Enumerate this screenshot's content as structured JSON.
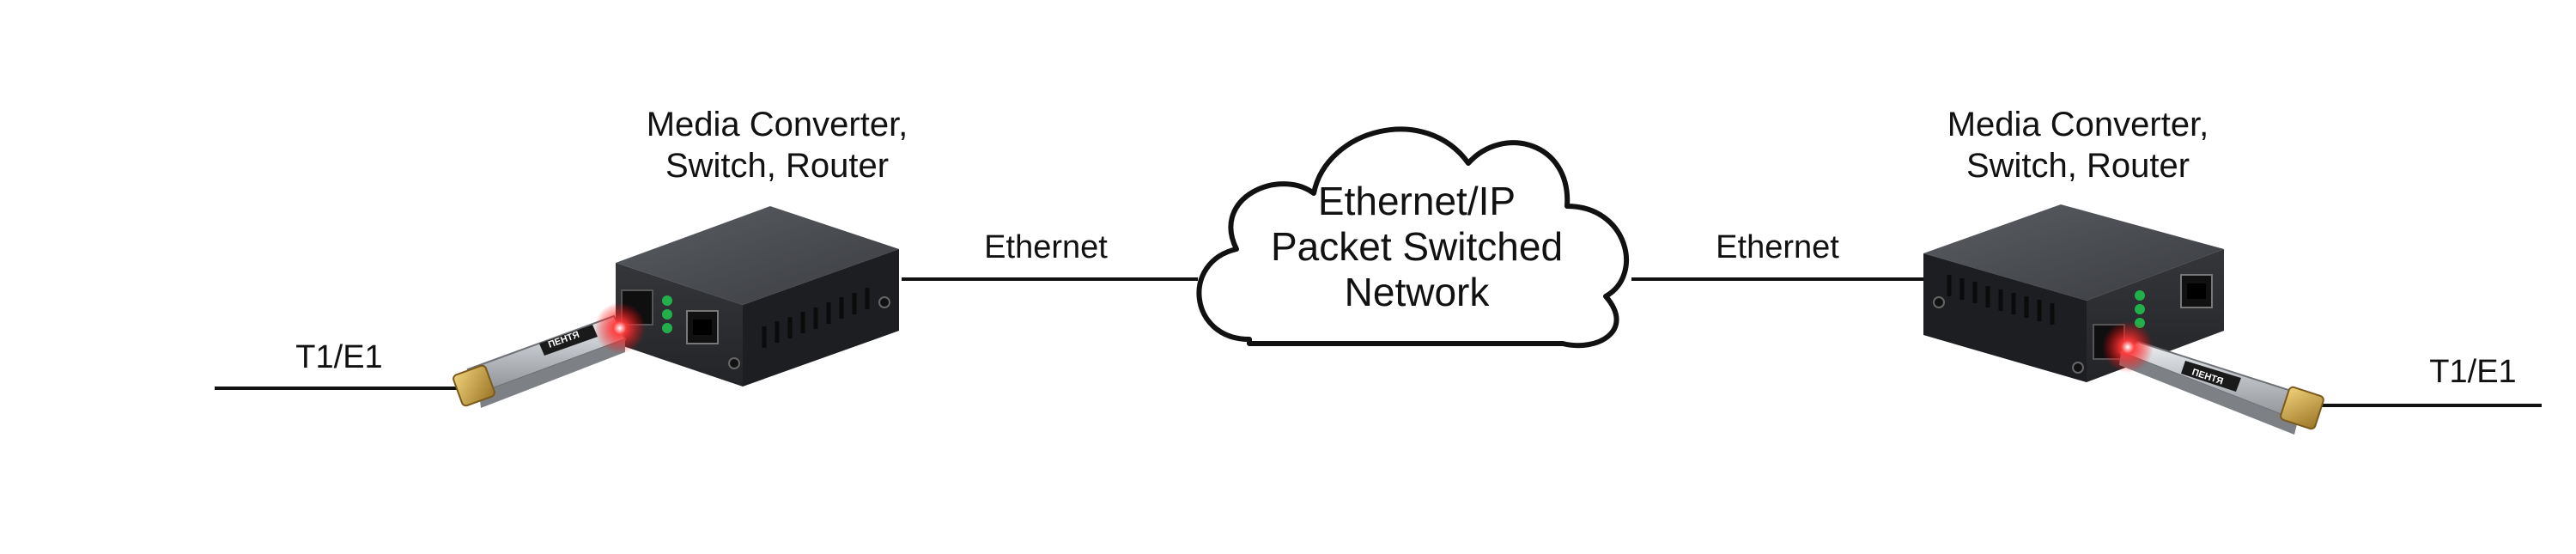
{
  "diagram": {
    "left_device": {
      "label_line1": "Media Converter,",
      "label_line2": "Switch, Router",
      "sfp_brand": "ПЕНТЯ"
    },
    "right_device": {
      "label_line1": "Media Converter,",
      "label_line2": "Switch, Router",
      "sfp_brand": "ПЕНТЯ"
    },
    "left_link_label": "Ethernet",
    "right_link_label": "Ethernet",
    "left_tail_label": "T1/E1",
    "right_tail_label": "T1/E1",
    "cloud": {
      "line1": "Ethernet/IP",
      "line2": "Packet Switched",
      "line3": "Network"
    }
  },
  "colors": {
    "line": "#111111",
    "device_top": "#4a4d52",
    "device_front": "#2c2e32",
    "device_side": "#1c1d20",
    "led": "#22b04b",
    "laser": "#ff2a2a",
    "sfp_metal": "#c9ccd0",
    "sfp_gold": "#c9a24a"
  }
}
